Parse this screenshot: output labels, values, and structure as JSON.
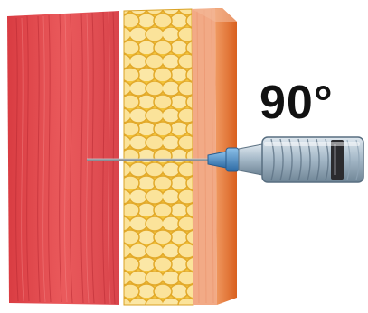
{
  "diagram": {
    "angle_label": "90°",
    "layers": [
      {
        "name": "muscle",
        "color": "#e2484c"
      },
      {
        "name": "fat",
        "color": "#f6c93c"
      },
      {
        "name": "dermis",
        "color": "#f0a27e"
      },
      {
        "name": "epidermis",
        "color": "#e8783a"
      }
    ],
    "syringe": {
      "barrel_color": "#9fb4c6",
      "hub_color": "#3f7fb8",
      "needle_color": "#8a8f96"
    }
  }
}
